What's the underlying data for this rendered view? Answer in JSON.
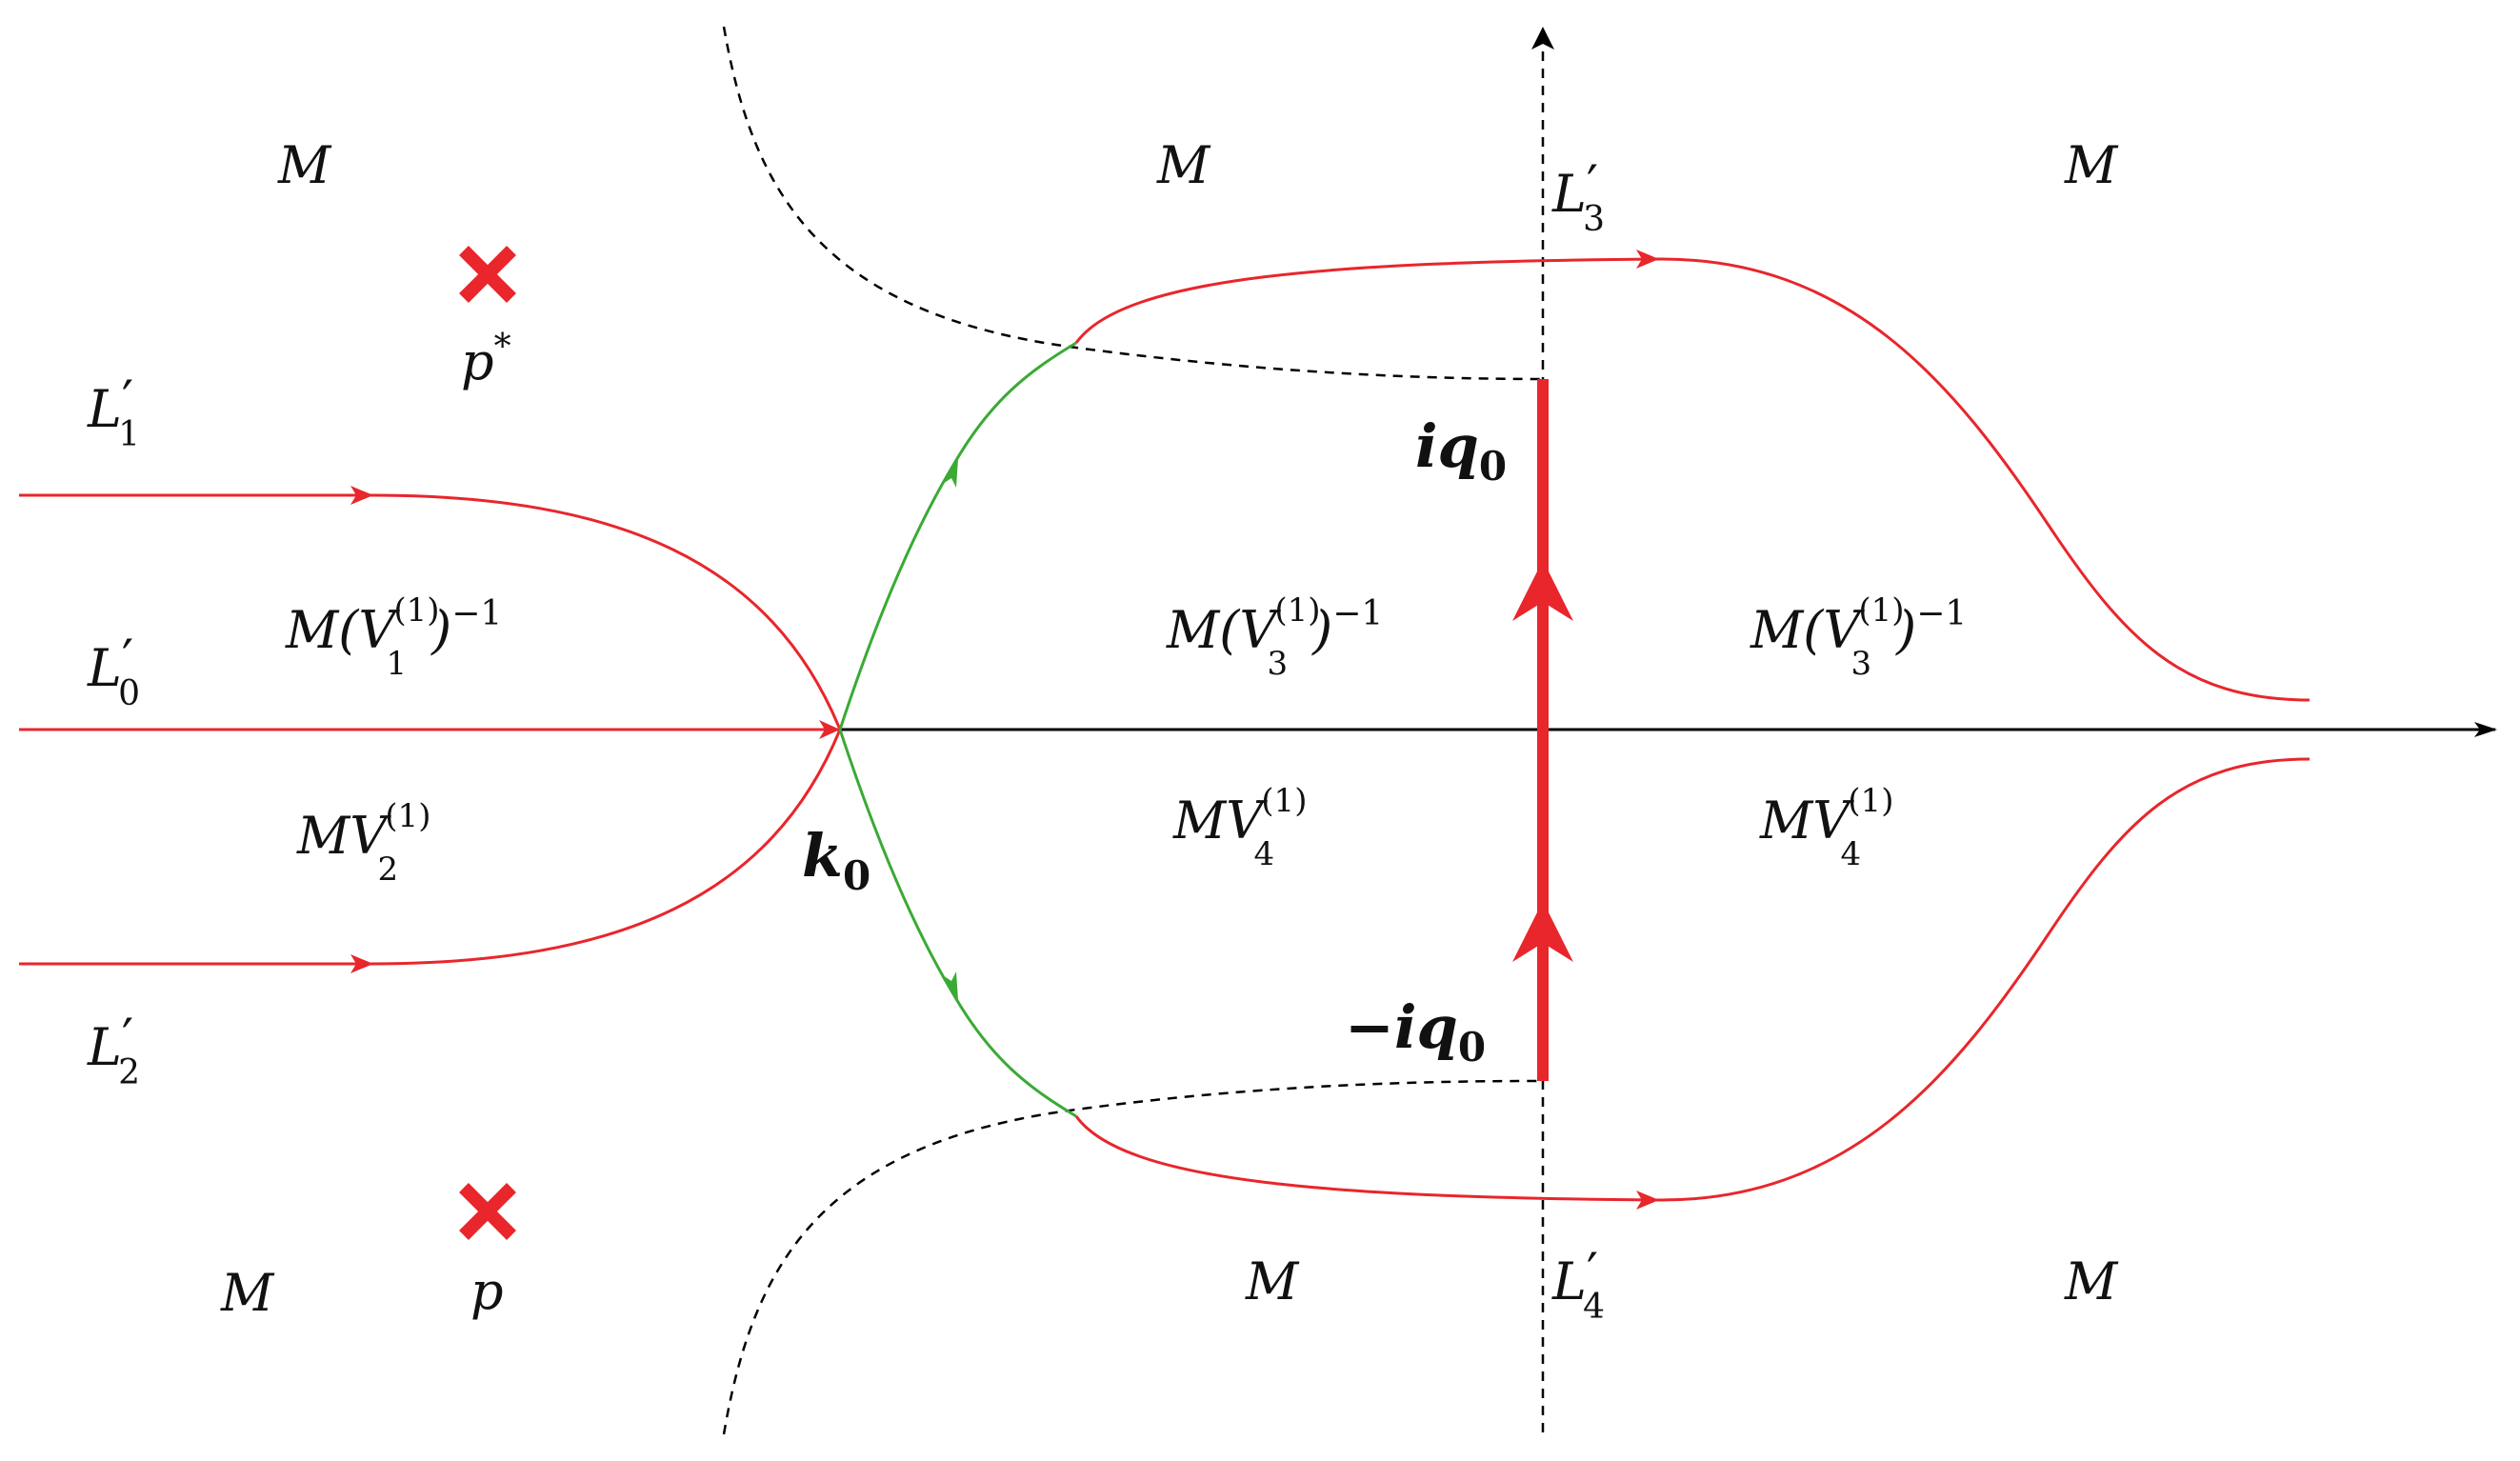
{
  "colors": {
    "contour": "#e8262c",
    "steepest": "#3aaa35",
    "axis": "#000000",
    "dashed": "#000000",
    "cut": "#e8262c"
  },
  "labels": {
    "region_top_left": "M",
    "region_top_mid": "M",
    "region_top_right": "M",
    "region_bot_left": "M",
    "region_bot_mid": "M",
    "region_bot_right": "M",
    "L1": {
      "base": "L",
      "prime": "′",
      "sub": "1"
    },
    "L0": {
      "base": "L",
      "prime": "′",
      "sub": "0"
    },
    "L2": {
      "base": "L",
      "prime": "′",
      "sub": "2"
    },
    "L3": {
      "base": "L",
      "prime": "′",
      "sub": "3"
    },
    "L4": {
      "base": "L",
      "prime": "′",
      "sub": "4"
    },
    "pstar": {
      "base": "p",
      "sup": "*"
    },
    "p": "p",
    "k0": {
      "base": "k",
      "sub": "0"
    },
    "iq0": {
      "base": "iq",
      "sub": "0"
    },
    "neg_iq0": {
      "base": "−iq",
      "sub": "0"
    },
    "MV1inv": {
      "pre": "M(V",
      "sub": "1",
      "sup": "(1)",
      "post": ")",
      "exp": "−1"
    },
    "MV3inv_a": {
      "pre": "M(V",
      "sub": "3",
      "sup": "(1)",
      "post": ")",
      "exp": "−1"
    },
    "MV3inv_b": {
      "pre": "M(V",
      "sub": "3",
      "sup": "(1)",
      "post": ")",
      "exp": "−1"
    },
    "MV2": {
      "pre": "MV",
      "sub": "2",
      "sup": "(1)"
    },
    "MV4_a": {
      "pre": "MV",
      "sub": "4",
      "sup": "(1)"
    },
    "MV4_b": {
      "pre": "MV",
      "sub": "4",
      "sup": "(1)"
    }
  }
}
